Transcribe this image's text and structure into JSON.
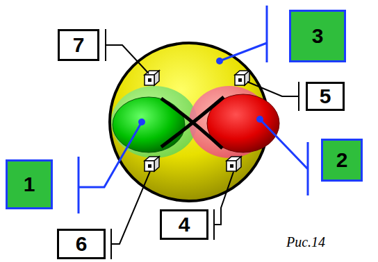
{
  "diagram": {
    "caption": "Рис.14",
    "nodes": [
      {
        "text": [
          "3"
        ]
      },
      {
        "text": [
          "7"
        ]
      },
      {
        "text": [
          "5"
        ]
      },
      {
        "text": [
          "2"
        ]
      },
      {
        "text": [
          "1"
        ]
      },
      {
        "text": [
          "4"
        ]
      },
      {
        "text": [
          "6"
        ]
      }
    ]
  }
}
